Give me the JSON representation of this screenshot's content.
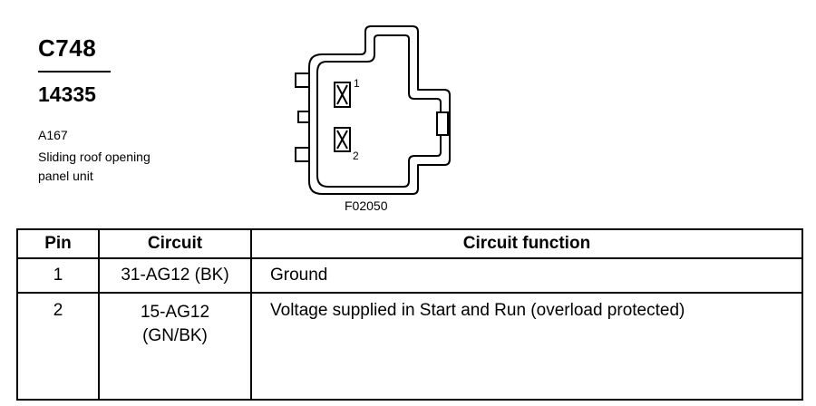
{
  "connector": {
    "id": "C748",
    "part_number": "14335",
    "location_code": "A167",
    "component_name": "Sliding roof opening\npanel unit",
    "figure_ref": "F02050",
    "pin_labels": [
      "1",
      "2"
    ]
  },
  "table": {
    "headers": [
      "Pin",
      "Circuit",
      "Circuit function"
    ],
    "rows": [
      {
        "pin": "1",
        "circuit": "31-AG12 (BK)",
        "function": "Ground"
      },
      {
        "pin": "2",
        "circuit": "15-AG12\n(GN/BK)",
        "function": "Voltage supplied in Start and Run (overload protected)"
      }
    ]
  }
}
